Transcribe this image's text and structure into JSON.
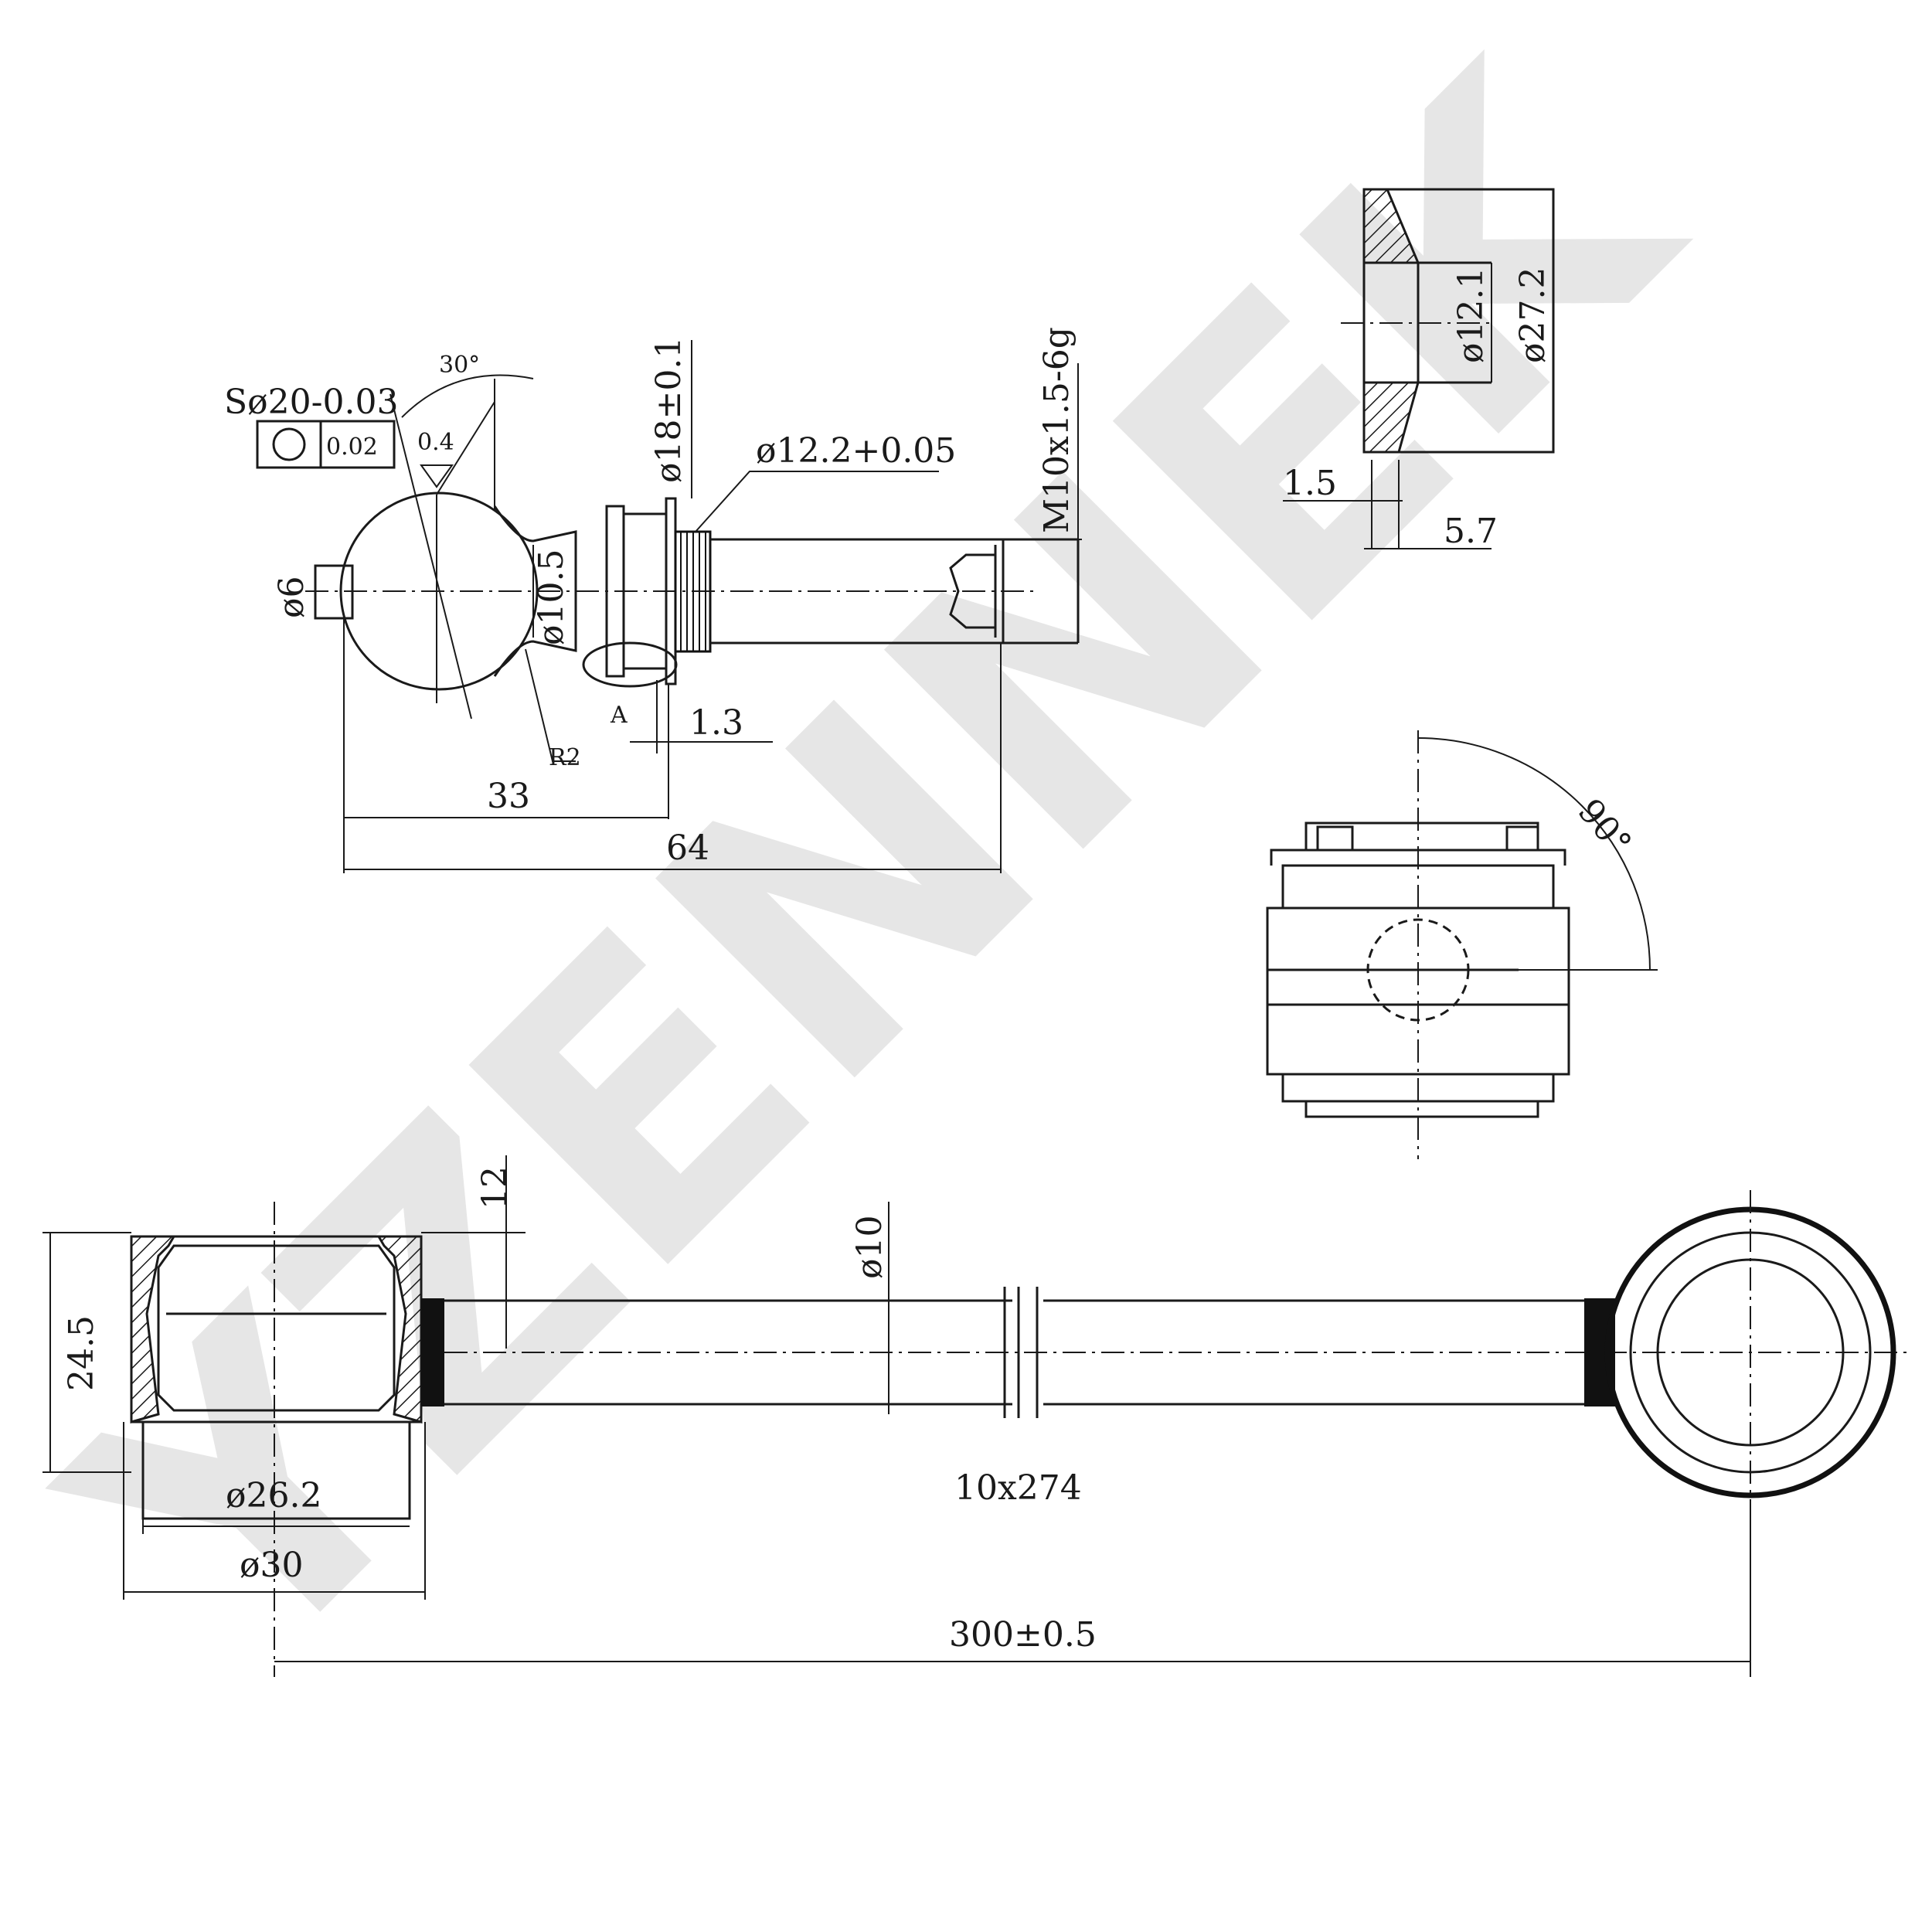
{
  "watermark": "YZENNEK",
  "ball_stud": {
    "sphere": "Sø20-0.03",
    "tolerance": "0.02",
    "angle": "30°",
    "roughness": "0.4",
    "stub_dia": "ø6",
    "neck_dia": "ø10.5",
    "fillet": "R2",
    "datum": "A",
    "flange_dia": "ø18±0.1",
    "knurl_dia": "ø12.2+0.05",
    "thread": "M10x1.5-6g",
    "gap": "1.3",
    "len_33": "33",
    "len_64": "64"
  },
  "bushing": {
    "bore_dia": "ø12.1",
    "outer_dia": "ø27.2",
    "lip": "1.5",
    "depth": "5.7"
  },
  "side_view": {
    "angle": "90°"
  },
  "rod": {
    "head_height": "24.5",
    "offset": "12",
    "rod_dia": "ø10",
    "inner_dia": "ø26.2",
    "outer_dia": "ø30",
    "rod_spec": "10x274",
    "length": "300±0.5"
  }
}
